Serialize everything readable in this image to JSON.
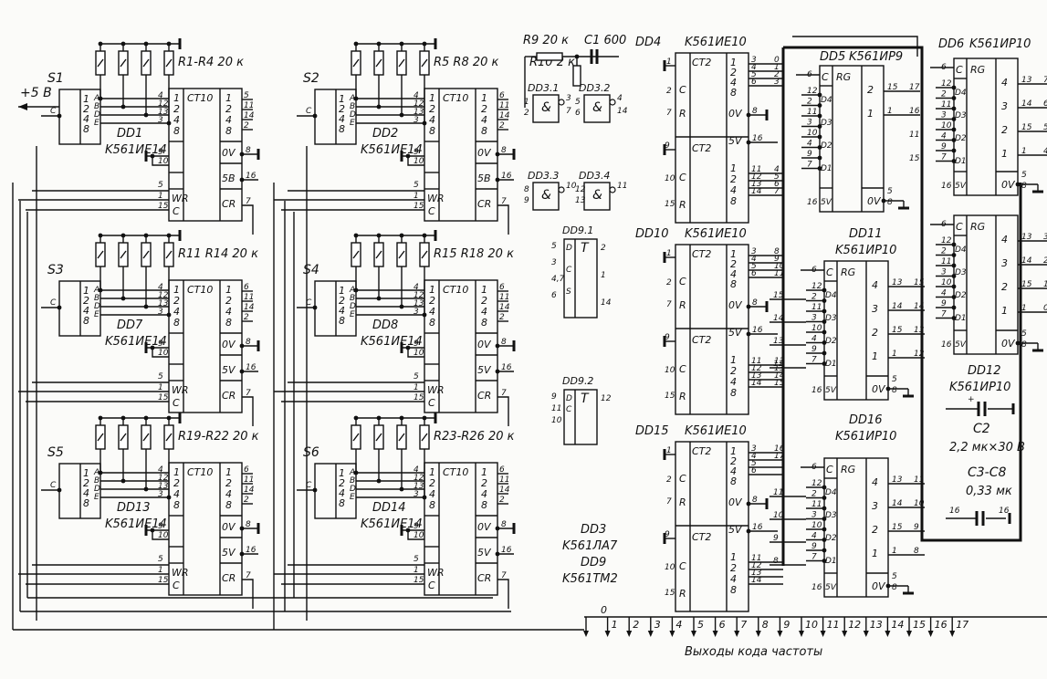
{
  "supply_label": "+5 B",
  "page_number": "",
  "footer_label": "Выходы кода частоты",
  "output_pins": [
    "0",
    "1",
    "2",
    "3",
    "4",
    "5",
    "6",
    "7",
    "8",
    "9",
    "10",
    "11",
    "12",
    "13",
    "14",
    "15",
    "16",
    "17"
  ],
  "legend": {
    "dd3_name": "DD3",
    "dd3_type": "K561ЛА7",
    "dd9_name": "DD9",
    "dd9_type": "K561TM2"
  },
  "counter_blocks": [
    {
      "switch": "S1",
      "resistors": "R1-R4  20 к",
      "chip": "DD1",
      "type": "K561ИЕ14",
      "func": "CT10",
      "in_pins": [
        "4",
        "12",
        "13",
        "3"
      ],
      "out_pins": [
        "5",
        "11",
        "14",
        "2"
      ],
      "ctrl_pins": [
        "9",
        "10",
        "5",
        "1",
        "15"
      ],
      "right_pins": [
        "8",
        "16",
        "7"
      ],
      "sw_pins": [
        "1",
        "2",
        "4",
        "8"
      ],
      "sw_letters": [
        "A",
        "B",
        "D",
        "E"
      ],
      "left_funcs": [
        "WR",
        "C"
      ],
      "right_funcs": [
        "0V",
        "5B",
        "CR"
      ],
      "weights": [
        "1",
        "2",
        "4",
        "8"
      ]
    },
    {
      "switch": "S2",
      "resistors": "R5  R8  20 к",
      "chip": "DD2",
      "type": "K561ИЕ14",
      "func": "CT10",
      "in_pins": [
        "4",
        "12",
        "13",
        "3"
      ],
      "out_pins": [
        "6",
        "11",
        "14",
        "2"
      ],
      "ctrl_pins": [
        "9",
        "10",
        "5",
        "1",
        "15"
      ],
      "right_pins": [
        "8",
        "16",
        "7"
      ],
      "sw_pins": [
        "1",
        "2",
        "4",
        "8"
      ],
      "sw_letters": [
        "A",
        "B",
        "D",
        "E"
      ],
      "left_funcs": [
        "WR",
        "C"
      ],
      "right_funcs": [
        "0V",
        "5B",
        "CR"
      ],
      "weights": [
        "1",
        "2",
        "4",
        "8"
      ]
    },
    {
      "switch": "S3",
      "resistors": "R11  R14  20 к",
      "chip": "DD7",
      "type": "K561ИЕ14",
      "func": "CT10",
      "in_pins": [
        "4",
        "12",
        "13",
        "3"
      ],
      "out_pins": [
        "6",
        "11",
        "14",
        "2"
      ],
      "ctrl_pins": [
        "9",
        "10",
        "5",
        "1",
        "15"
      ],
      "right_pins": [
        "8",
        "16",
        "7"
      ],
      "sw_pins": [
        "1",
        "2",
        "4",
        "8"
      ],
      "sw_letters": [
        "A",
        "B",
        "D",
        "E"
      ],
      "left_funcs": [
        "WR",
        "C"
      ],
      "right_funcs": [
        "0V",
        "5V",
        "CR"
      ],
      "weights": [
        "1",
        "2",
        "4",
        "8"
      ]
    },
    {
      "switch": "S4",
      "resistors": "R15  R18  20 к",
      "chip": "DD8",
      "type": "K561ИЕ14",
      "func": "CT10",
      "in_pins": [
        "4",
        "12",
        "13",
        "3"
      ],
      "out_pins": [
        "6",
        "11",
        "14",
        "2"
      ],
      "ctrl_pins": [
        "9",
        "10",
        "5",
        "1",
        "15"
      ],
      "right_pins": [
        "8",
        "16",
        "7"
      ],
      "sw_pins": [
        "1",
        "2",
        "4",
        "8"
      ],
      "sw_letters": [
        "A",
        "B",
        "D",
        "E"
      ],
      "left_funcs": [
        "WR",
        "C"
      ],
      "right_funcs": [
        "0V",
        "5V",
        "CR"
      ],
      "weights": [
        "1",
        "2",
        "4",
        "8"
      ]
    },
    {
      "switch": "S5",
      "resistors": "R19-R22  20 к",
      "chip": "DD13",
      "type": "K561ИЕ14",
      "func": "CT10",
      "in_pins": [
        "4",
        "12",
        "13",
        "3"
      ],
      "out_pins": [
        "6",
        "11",
        "14",
        "2"
      ],
      "ctrl_pins": [
        "9",
        "10",
        "5",
        "1",
        "15"
      ],
      "right_pins": [
        "8",
        "16",
        "7"
      ],
      "sw_pins": [
        "1",
        "2",
        "4",
        "8"
      ],
      "sw_letters": [
        "A",
        "B",
        "D",
        "E"
      ],
      "left_funcs": [
        "WR",
        "C"
      ],
      "right_funcs": [
        "0V",
        "5V",
        "CR"
      ],
      "weights": [
        "1",
        "2",
        "4",
        "8"
      ]
    },
    {
      "switch": "S6",
      "resistors": "R23-R26  20 к",
      "chip": "DD14",
      "type": "K561ИЕ14",
      "func": "CT10",
      "in_pins": [
        "4",
        "12",
        "13",
        "3"
      ],
      "out_pins": [
        "6",
        "11",
        "14",
        "2"
      ],
      "ctrl_pins": [
        "9",
        "10",
        "5",
        "1",
        "15"
      ],
      "right_pins": [
        "8",
        "16",
        "7"
      ],
      "sw_pins": [
        "1",
        "2",
        "4",
        "8"
      ],
      "sw_letters": [
        "A",
        "B",
        "D",
        "E"
      ],
      "left_funcs": [
        "WR",
        "C"
      ],
      "right_funcs": [
        "0V",
        "5V",
        "CR"
      ],
      "weights": [
        "1",
        "2",
        "4",
        "8"
      ]
    }
  ],
  "oscillator": {
    "r9": "R9  20 к",
    "c1": "C1  600",
    "r10": "R10  2 к",
    "gates": [
      {
        "name": "DD3.1",
        "sym": "&",
        "in": [
          "1",
          "2"
        ],
        "out": "3",
        "extra": "7"
      },
      {
        "name": "DD3.2",
        "sym": "&",
        "in": [
          "5",
          "6"
        ],
        "out": "4",
        "extra": "14"
      },
      {
        "name": "DD3.3",
        "sym": "&",
        "in": [
          "8",
          "9"
        ],
        "out": "10"
      },
      {
        "name": "DD3.4",
        "sym": "&",
        "in": [
          "12",
          "13"
        ],
        "out": "11"
      }
    ]
  },
  "flipflops": [
    {
      "name": "DD9.1",
      "func": "T",
      "pins_left": [
        "5",
        "3",
        "4,7",
        "6"
      ],
      "funcs": [
        "D",
        "C",
        "S"
      ],
      "pins_right": [
        "2",
        "1",
        "14"
      ]
    },
    {
      "name": "DD9.2",
      "func": "T",
      "pins_left": [
        "9",
        "11",
        "10"
      ],
      "funcs": [
        "D",
        "C"
      ],
      "pins_right": [
        "12"
      ]
    }
  ],
  "binary_counters": [
    {
      "chip": "DD4",
      "type": "K561ИЕ10",
      "func": "CT2",
      "top_pins": [
        "1",
        "2",
        "7"
      ],
      "top_funcs": [
        "C",
        "R"
      ],
      "top_out": [
        "3",
        "4",
        "5",
        "6"
      ],
      "bot_pins": [
        "9",
        "10",
        "15"
      ],
      "bot_funcs": [
        "C",
        "R"
      ],
      "bot_out": [
        "11",
        "12",
        "13",
        "14"
      ],
      "right_pins": [
        "8",
        "16"
      ],
      "right_funcs": [
        "0V",
        "5V"
      ],
      "ext_top": [
        "0",
        "1",
        "2",
        "3"
      ],
      "ext_bot": [
        "4",
        "5",
        "6",
        "7"
      ]
    },
    {
      "chip": "DD10",
      "type": "K561ИЕ10",
      "func": "CT2",
      "top_pins": [
        "1",
        "2",
        "7"
      ],
      "top_funcs": [
        "C",
        "R"
      ],
      "top_out": [
        "3",
        "4",
        "5",
        "6"
      ],
      "bot_pins": [
        "9",
        "10",
        "15"
      ],
      "bot_funcs": [
        "C",
        "R"
      ],
      "bot_out": [
        "11",
        "12",
        "13",
        "14"
      ],
      "right_pins": [
        "8",
        "16"
      ],
      "right_funcs": [
        "0V",
        "5V"
      ],
      "ext_top": [
        "8",
        "9",
        "10",
        "11"
      ],
      "ext_bot": [
        "12",
        "13",
        "14",
        "15"
      ]
    },
    {
      "chip": "DD15",
      "type": "K561ИЕ10",
      "func": "CT2",
      "top_pins": [
        "1",
        "2",
        "7"
      ],
      "top_funcs": [
        "C",
        "R"
      ],
      "top_out": [
        "3",
        "4",
        "5",
        "6"
      ],
      "bot_pins": [
        "9",
        "10",
        "15"
      ],
      "bot_funcs": [
        "C",
        "R"
      ],
      "bot_out": [
        "11",
        "12",
        "13",
        "14"
      ],
      "right_pins": [
        "8",
        "16"
      ],
      "right_funcs": [
        "0V",
        "5V"
      ],
      "ext_top": [
        "16",
        "17"
      ],
      "ext_bot": []
    }
  ],
  "registers": [
    {
      "chip": "DD5",
      "type": "K561ИР9",
      "func": "RG",
      "left_pins": [
        "6",
        "12",
        "2",
        "11",
        "3",
        "10",
        "4",
        "9",
        "7",
        "16"
      ],
      "left_funcs": [
        "C",
        "D4",
        "D3",
        "D2",
        "D1",
        "5V"
      ],
      "right_pins": [
        "15",
        "1",
        "5",
        "8"
      ],
      "right_funcs": [
        "2",
        "1",
        "0V"
      ],
      "ext": [
        "17",
        "16",
        "11",
        "15"
      ]
    },
    {
      "chip": "DD6",
      "type": "K561ИР10",
      "func": "RG",
      "left_pins": [
        "6",
        "12",
        "2",
        "11",
        "3",
        "10",
        "4",
        "9",
        "7",
        "16"
      ],
      "left_funcs": [
        "C",
        "D4",
        "D3",
        "D2",
        "D1",
        "5V"
      ],
      "right_pins": [
        "13",
        "14",
        "15",
        "1",
        "5",
        "8"
      ],
      "right_funcs": [
        "4",
        "3",
        "2",
        "1",
        "0V"
      ],
      "ext": [
        "7",
        "6",
        "5",
        "4"
      ]
    },
    {
      "chip": "DD11",
      "type": "K561ИР10",
      "func": "RG",
      "left_pins": [
        "6",
        "12",
        "2",
        "11",
        "3",
        "10",
        "4",
        "9",
        "7",
        "16"
      ],
      "left_funcs": [
        "C",
        "D4",
        "D3",
        "D2",
        "D1",
        "5V"
      ],
      "right_pins": [
        "13",
        "14",
        "15",
        "1",
        "5",
        "8"
      ],
      "right_funcs": [
        "4",
        "3",
        "2",
        "1",
        "0V"
      ],
      "ext_left": [
        "15",
        "14",
        "13",
        "12"
      ],
      "ext": [
        "15",
        "14",
        "13",
        "12"
      ]
    },
    {
      "chip": "DD12",
      "type": "K561ИР10",
      "func": "RG",
      "left_pins": [
        "6",
        "12",
        "2",
        "11",
        "3",
        "10",
        "4",
        "9",
        "7",
        "16"
      ],
      "left_funcs": [
        "C",
        "D4",
        "D3",
        "D2",
        "D1",
        "5V"
      ],
      "right_pins": [
        "13",
        "14",
        "15",
        "1",
        "5",
        "8"
      ],
      "right_funcs": [
        "4",
        "3",
        "2",
        "1",
        "0V"
      ],
      "ext": [
        "3",
        "2",
        "1",
        "0"
      ]
    },
    {
      "chip": "DD16",
      "type": "K561ИР10",
      "func": "RG",
      "left_pins": [
        "6",
        "12",
        "2",
        "11",
        "3",
        "10",
        "4",
        "9",
        "7",
        "16"
      ],
      "left_funcs": [
        "C",
        "D4",
        "D3",
        "D2",
        "D1",
        "5V"
      ],
      "right_pins": [
        "13",
        "14",
        "15",
        "1",
        "5",
        "8"
      ],
      "right_funcs": [
        "4",
        "3",
        "2",
        "1",
        "0V"
      ],
      "ext_left": [
        "11",
        "10",
        "9",
        "8"
      ],
      "ext": [
        "11",
        "10",
        "9",
        "8"
      ]
    }
  ],
  "capacitors": {
    "c2_label": "C2",
    "c2_value": "2,2 мк×30 В",
    "c3_label": "C3-C8",
    "c3_value": "0,33 мк",
    "c3_pins": [
      "16",
      "16"
    ]
  }
}
